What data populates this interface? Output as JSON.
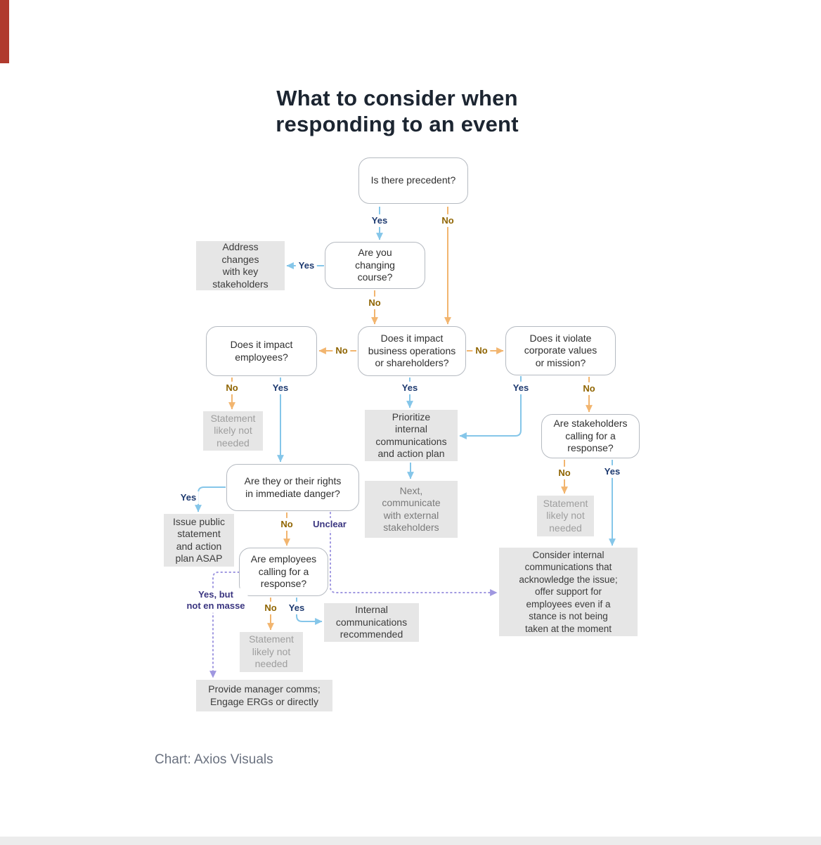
{
  "title": "What to consider when\nresponding to an event",
  "credit": "Chart: Axios Visuals",
  "labels": {
    "yes": "Yes",
    "no": "No",
    "unclear": "Unclear",
    "yes_but": "Yes, but\nnot en masse"
  },
  "nodes": {
    "precedent": "Is there precedent?",
    "changing_course": "Are you\nchanging\ncourse?",
    "address_changes": "Address\nchanges\nwith key\nstakeholders",
    "impact_business": "Does it impact\nbusiness operations\nor shareholders?",
    "impact_employees": "Does it impact\nemployees?",
    "violate_values": "Does it violate\ncorporate values\nor mission?",
    "statement_1": "Statement\nlikely not\nneeded",
    "prioritize_internal": "Prioritize\ninternal\ncommunications\nand action plan",
    "next_external": "Next,\ncommunicate\nwith external\nstakeholders",
    "stakeholders_calling": "Are stakeholders\ncalling for a\nresponse?",
    "statement_2": "Statement\nlikely not\nneeded",
    "danger": "Are they or their rights\nin immediate danger?",
    "issue_public": "Issue public\nstatement\nand action\nplan ASAP",
    "employees_calling": "Are employees\ncalling for a\nresponse?",
    "statement_3": "Statement\nlikely not\nneeded",
    "internal_recommended": "Internal\ncommunications\nrecommended",
    "consider_internal": "Consider internal\ncommunications that\nacknowledge the issue;\noffer support for\nemployees even if a\nstance is not being\ntaken at the moment",
    "provide_manager": "Provide manager comms;\nEngage ERGs or directly"
  },
  "edges": [
    {
      "from": "precedent",
      "to": "changing_course",
      "label": "Yes"
    },
    {
      "from": "precedent",
      "to": "impact_business",
      "label": "No"
    },
    {
      "from": "changing_course",
      "to": "address_changes",
      "label": "Yes"
    },
    {
      "from": "changing_course",
      "to": "impact_business",
      "label": "No"
    },
    {
      "from": "impact_business",
      "to": "impact_employees",
      "label": "No"
    },
    {
      "from": "impact_business",
      "to": "violate_values",
      "label": "No"
    },
    {
      "from": "impact_business",
      "to": "prioritize_internal",
      "label": "Yes"
    },
    {
      "from": "impact_employees",
      "to": "statement_1",
      "label": "No"
    },
    {
      "from": "impact_employees",
      "to": "danger",
      "label": "Yes"
    },
    {
      "from": "violate_values",
      "to": "prioritize_internal",
      "label": "Yes"
    },
    {
      "from": "violate_values",
      "to": "stakeholders_calling",
      "label": "No"
    },
    {
      "from": "stakeholders_calling",
      "to": "statement_2",
      "label": "No"
    },
    {
      "from": "stakeholders_calling",
      "to": "consider_internal",
      "label": "Yes"
    },
    {
      "from": "prioritize_internal",
      "to": "next_external",
      "label": ""
    },
    {
      "from": "danger",
      "to": "issue_public",
      "label": "Yes"
    },
    {
      "from": "danger",
      "to": "employees_calling",
      "label": "No"
    },
    {
      "from": "danger",
      "to": "consider_internal",
      "label": "Unclear"
    },
    {
      "from": "employees_calling",
      "to": "statement_3",
      "label": "No"
    },
    {
      "from": "employees_calling",
      "to": "internal_recommended",
      "label": "Yes"
    },
    {
      "from": "employees_calling",
      "to": "provide_manager",
      "label": "Yes, but not en masse"
    }
  ],
  "colors": {
    "yes_label": "#1e3a70",
    "no_label": "#8f6400",
    "special_label": "#3a3580",
    "blue_arrow": "#85c6e9",
    "orange_arrow": "#f2b56f",
    "purple_arrow": "#9f97e0",
    "decision_border": "#b5bac1",
    "outcome_bg": "#e6e6e6",
    "title_text": "#1c2531"
  }
}
